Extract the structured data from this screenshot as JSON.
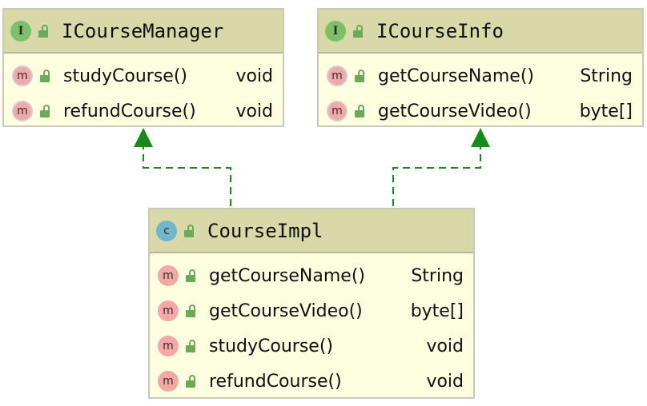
{
  "classes": {
    "icoursemanager": {
      "kind_badge": "I",
      "name": "ICourseManager",
      "members": [
        {
          "badge": "m",
          "name": "studyCourse()",
          "type": "void"
        },
        {
          "badge": "m",
          "name": "refundCourse()",
          "type": "void"
        }
      ]
    },
    "icourseinfo": {
      "kind_badge": "I",
      "name": "ICourseInfo",
      "members": [
        {
          "badge": "m",
          "name": "getCourseName()",
          "type": "String"
        },
        {
          "badge": "m",
          "name": "getCourseVideo()",
          "type": "byte[]"
        }
      ]
    },
    "courseimpl": {
      "kind_badge": "c",
      "name": "CourseImpl",
      "members": [
        {
          "badge": "m",
          "name": "getCourseName()",
          "type": "String"
        },
        {
          "badge": "m",
          "name": "getCourseVideo()",
          "type": "byte[]"
        },
        {
          "badge": "m",
          "name": "studyCourse()",
          "type": "void"
        },
        {
          "badge": "m",
          "name": "refundCourse()",
          "type": "void"
        }
      ]
    }
  },
  "relations": [
    {
      "from": "CourseImpl",
      "to": "ICourseManager",
      "type": "implements"
    },
    {
      "from": "CourseImpl",
      "to": "ICourseInfo",
      "type": "implements"
    }
  ],
  "colors": {
    "arrow": "#1a8a1a",
    "header_bg": "#d8d8a8",
    "body_bg": "#fdfde0",
    "interface_badge": "#7cc06a",
    "class_badge": "#6fb8c9",
    "method_badge": "#f3a8a8"
  },
  "icons": {
    "interface": "interface-icon",
    "class": "class-icon",
    "method": "method-icon",
    "visibility": "public-lock-icon"
  }
}
